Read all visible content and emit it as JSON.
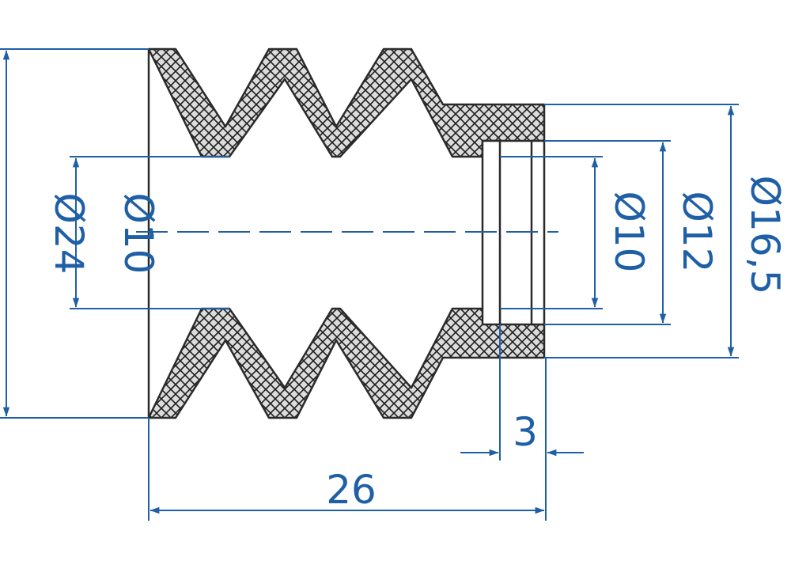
{
  "colors": {
    "dimension": "#1f5fa6",
    "outline": "#2a2a2a",
    "hatch_fill": "#d9d9d9",
    "background": "#ffffff"
  },
  "dimensions": {
    "outer_diameter": "Ø24",
    "inner_diameter_left": "Ø10",
    "inner_diameter_right": "Ø10",
    "groove_diameter": "Ø12",
    "sleeve_diameter": "Ø16,5",
    "total_length": "26",
    "groove_width": "3"
  }
}
